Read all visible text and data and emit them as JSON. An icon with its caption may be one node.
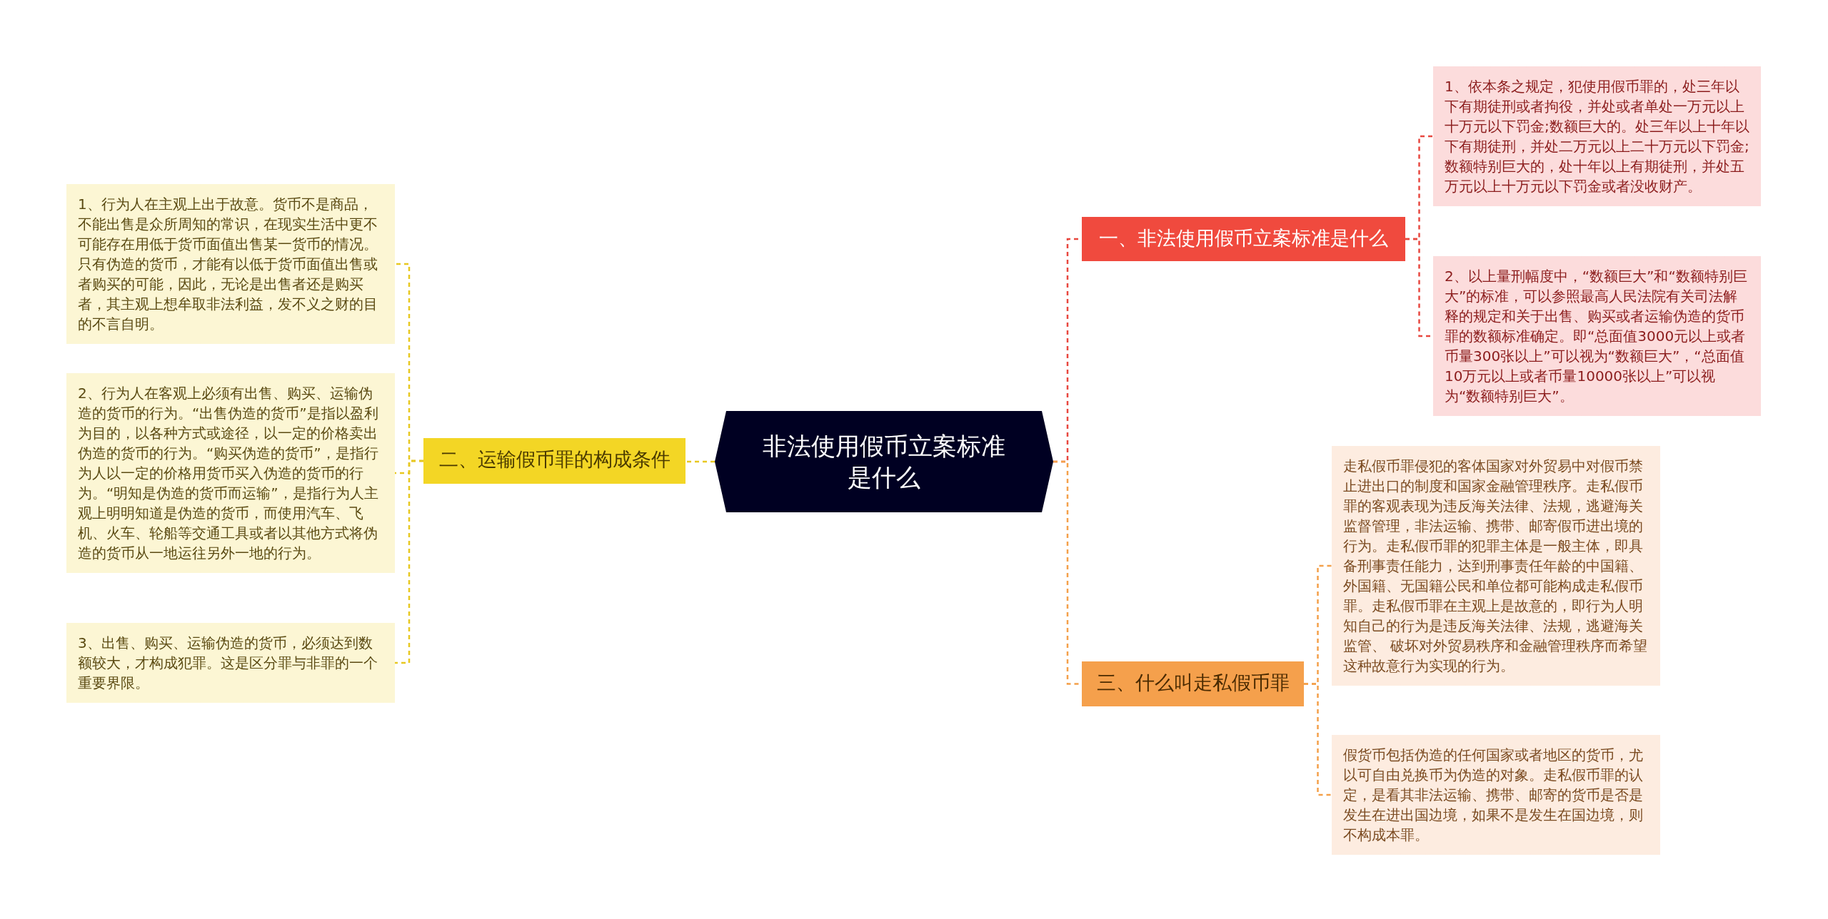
{
  "diagram": {
    "nodes": [
      {
        "text": [
          "非法使用假币立案标准是什么"
        ]
      },
      {
        "text": [
          "一、非法使用假币立案标准是什么"
        ]
      },
      {
        "text": [
          "1、依本条之规定，犯使用假币罪的，处三年以下有期徒刑或者拘役，并处或者单处一万元以上十万元以下罚金;数额巨大的。处三年以上十年以下有期徒刑，并处二万元以上二十万元以下罚金;数额特别巨大的，处十年以上有期徒刑，并处五万元以上十万元以下罚金或者没收财产。"
        ]
      },
      {
        "text": [
          "2、以上量刑幅度中，“数额巨大”和“数额特别巨大”的标准，可以参照最高人民法院有关司法解释的规定和关于出售、购买或者运输伪造的货币罪的数额标准确定。即“总面值3000元以上或者币量300张以上”可以视为“数额巨大”，“总面值10万元以上或者币量10000张以上”可以视为“数额特别巨大”。"
        ]
      },
      {
        "text": [
          "二、运输假币罪的构成条件"
        ]
      },
      {
        "text": [
          "1、行为人在主观上出于故意。货币不是商品，不能出售是众所周知的常识，在现实生活中更不可能存在用低于货币面值出售某一货币的情况。只有伪造的货币，才能有以低于货币面值出售或者购买的可能，因此，无论是出售者还是购买者，其主观上想牟取非法利益，发不义之财的目的不言自明。"
        ]
      },
      {
        "text": [
          "2、行为人在客观上必须有出售、购买、运输伪造的货币的行为。“出售伪造的货币”是指以盈利为目的，以各种方式或途径，以一定的价格卖出伪造的货币的行为。“购买伪造的货币”，是指行为人以一定的价格用货币买入伪造的货币的行为。“明知是伪造的货币而运输”，是指行为人主观上明明知道是伪造的货币，而使用汽车、飞机、火车、轮船等交通工具或者以其他方式将伪造的货币从一地运往另外一地的行为。"
        ]
      },
      {
        "text": [
          "3、出售、购买、运输伪造的货币，必须达到数额较大，才构成犯罪。这是区分罪与非罪的一个重要界限。"
        ]
      },
      {
        "text": [
          "三、什么叫走私假币罪"
        ]
      },
      {
        "text": [
          "走私假币罪侵犯的客体国家对外贸易中对假币禁止进出口的制度和国家金融管理秩序。走私假币罪的客观表现为违反海关法律、法规，逃避海关监督管理，非法运输、携带、邮寄假币进出境的行为。走私假币罪的犯罪主体是一般主体，即具备刑事责任能力，达到刑事责任年龄的中国籍、外国籍、无国籍公民和单位都可能构成走私假币罪。走私假币罪在主观上是故意的，即行为人明知自己的行为是违反海关法律、法规，逃避海关监管、 破坏对外贸易秩序和金融管理秩序而希望这种故意行为实现的行为。"
        ]
      },
      {
        "text": [
          "假货币包括伪造的任何国家或者地区的货币，尤以可自由兑换币为伪造的对象。走私假币罪的认定，是看其非法运输、携带、邮寄的货币是否是发生在进出国边境，如果不是发生在国边境，则不构成本罪。"
        ]
      }
    ],
    "edges": [
      {
        "from": 0,
        "to": 1,
        "arrow": "none",
        "style": "dashed",
        "color": "#e8473f"
      },
      {
        "from": 1,
        "to": 2,
        "arrow": "none",
        "style": "dashed",
        "color": "#e8473f"
      },
      {
        "from": 1,
        "to": 3,
        "arrow": "none",
        "style": "dashed",
        "color": "#e8473f"
      },
      {
        "from": 0,
        "to": 4,
        "arrow": "none",
        "style": "dashed",
        "color": "#e8c820"
      },
      {
        "from": 4,
        "to": 5,
        "arrow": "none",
        "style": "dashed",
        "color": "#e8c820"
      },
      {
        "from": 4,
        "to": 6,
        "arrow": "none",
        "style": "dashed",
        "color": "#e8c820"
      },
      {
        "from": 4,
        "to": 7,
        "arrow": "none",
        "style": "dashed",
        "color": "#e8c820"
      },
      {
        "from": 0,
        "to": 8,
        "arrow": "none",
        "style": "dashed",
        "color": "#f4a04a"
      },
      {
        "from": 8,
        "to": 9,
        "arrow": "none",
        "style": "dashed",
        "color": "#f4a04a"
      },
      {
        "from": 8,
        "to": 10,
        "arrow": "none",
        "style": "dashed",
        "color": "#f4a04a"
      }
    ]
  }
}
